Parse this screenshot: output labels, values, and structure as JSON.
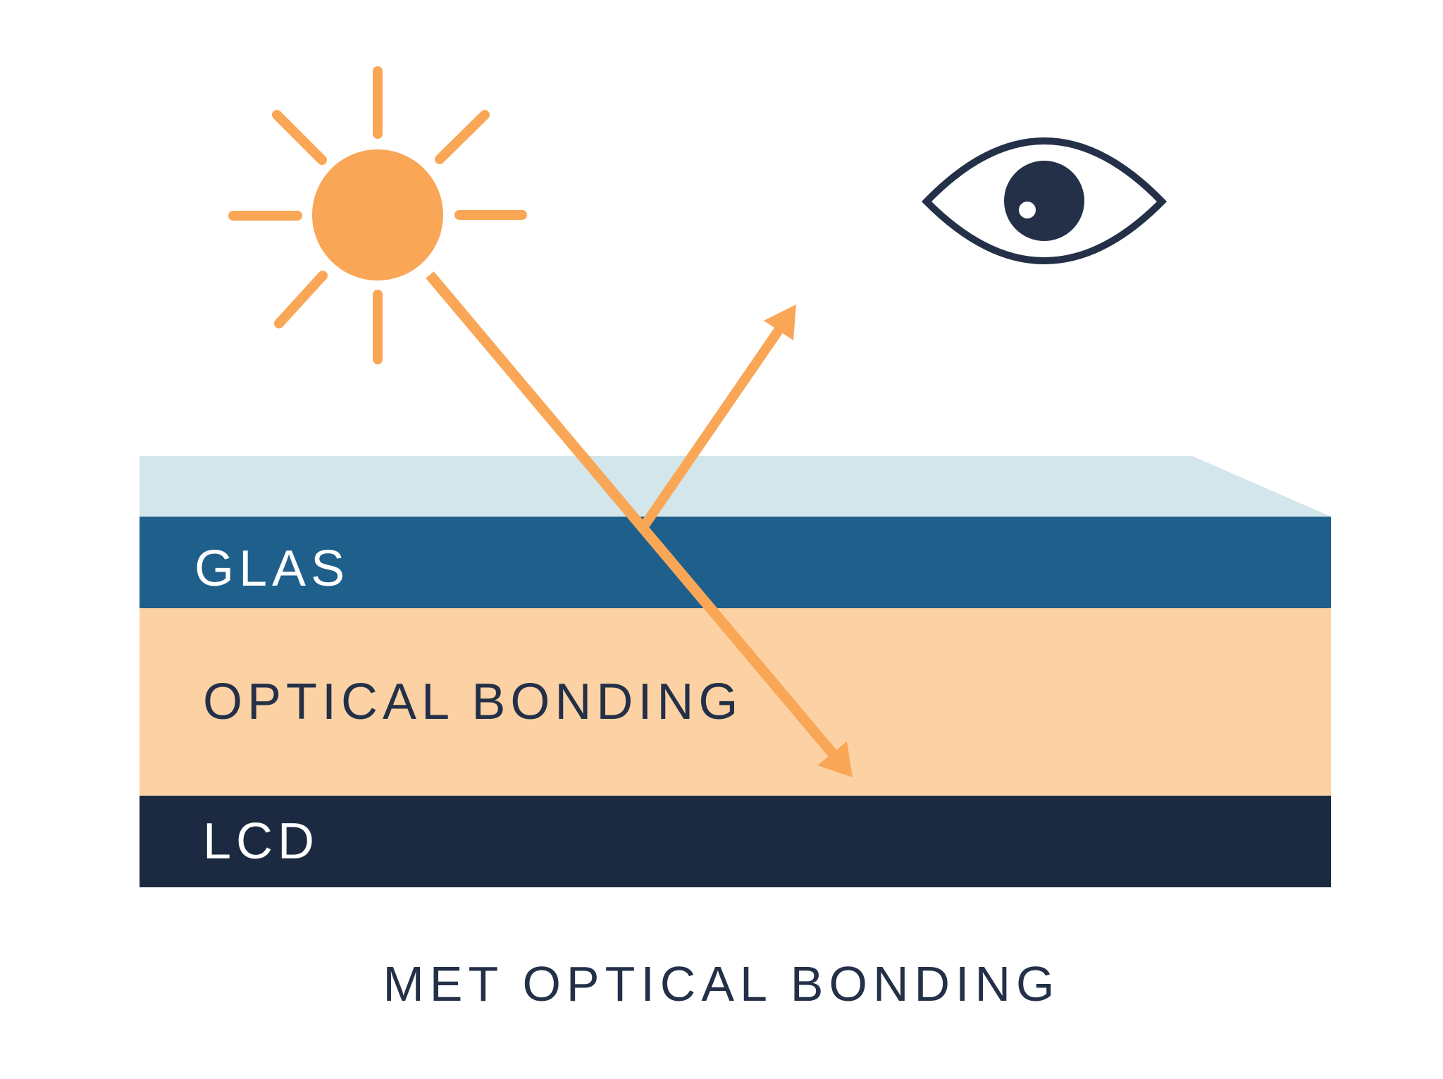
{
  "diagram": {
    "caption": "MET OPTICAL BONDING",
    "layers": [
      {
        "id": "glass-top-face",
        "label": ""
      },
      {
        "id": "glas",
        "label": "GLAS"
      },
      {
        "id": "optical-bonding",
        "label": "OPTICAL BONDING"
      },
      {
        "id": "lcd",
        "label": "LCD"
      }
    ],
    "icons": {
      "sun": "sun-icon",
      "eye": "eye-icon",
      "incident_ray": "incident-light-ray-arrow",
      "reflected_ray": "reflected-light-ray-arrow"
    },
    "palette": {
      "sun_orange": "#F9A756",
      "bonding_orange": "#FCD2A4",
      "glass_blue": "#1E5F8B",
      "glass_top_light_blue": "#D3E6EB",
      "lcd_navy": "#1B2A40",
      "text_navy": "#233048",
      "label_white": "#FFFFFF",
      "background": "#FFFFFF"
    }
  }
}
